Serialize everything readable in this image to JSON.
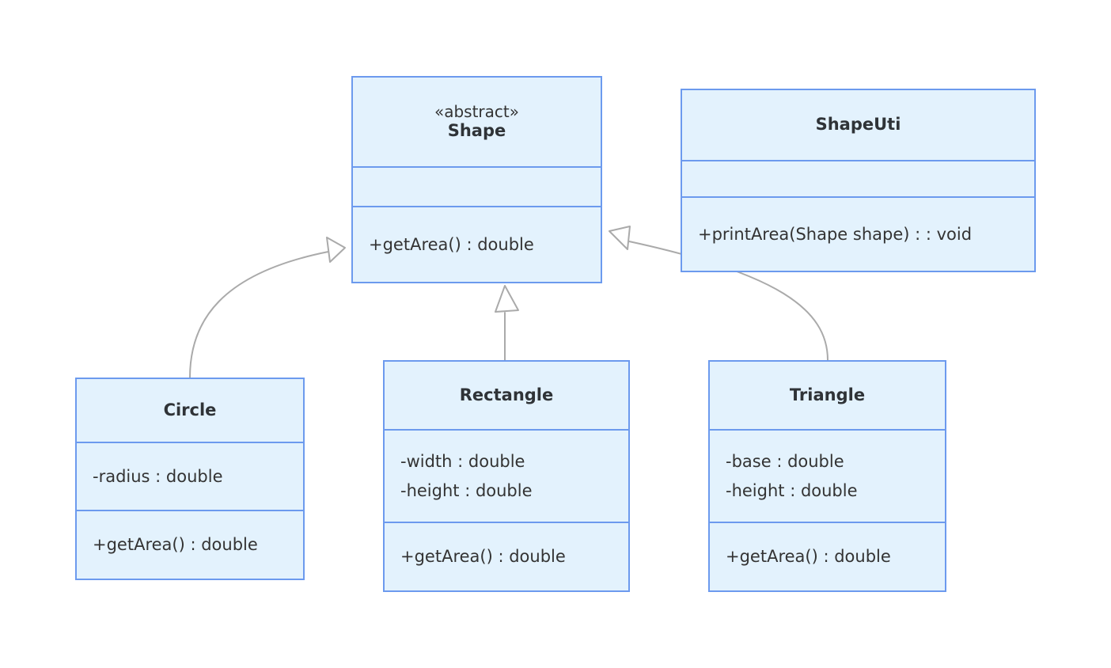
{
  "diagram": {
    "type": "uml-class-diagram",
    "background_color": "#ffffff",
    "box_fill_color": "#e3f2fd",
    "box_border_color": "#6c9aee",
    "text_color": "#333333",
    "edge_color": "#aaaaaa",
    "classes": [
      {
        "id": "shape",
        "name": "Shape",
        "stereotype": "«abstract»",
        "attributes": [],
        "operations": [
          "+getArea() : double"
        ]
      },
      {
        "id": "shapeutil",
        "name": "ShapeUti",
        "stereotype": "",
        "attributes": [],
        "operations": [
          "+printArea(Shape shape) : : void"
        ]
      },
      {
        "id": "circle",
        "name": "Circle",
        "stereotype": "",
        "attributes": [
          "-radius : double"
        ],
        "operations": [
          "+getArea() : double"
        ]
      },
      {
        "id": "rectangle",
        "name": "Rectangle",
        "stereotype": "",
        "attributes": [
          "-width : double",
          "-height : double"
        ],
        "operations": [
          "+getArea() : double"
        ]
      },
      {
        "id": "triangle",
        "name": "Triangle",
        "stereotype": "",
        "attributes": [
          "-base : double",
          "-height : double"
        ],
        "operations": [
          "+getArea() : double"
        ]
      }
    ],
    "relationships": [
      {
        "from": "circle",
        "to": "shape",
        "type": "inheritance",
        "arrow": "hollow-triangle"
      },
      {
        "from": "rectangle",
        "to": "shape",
        "type": "inheritance",
        "arrow": "hollow-triangle"
      },
      {
        "from": "triangle",
        "to": "shape",
        "type": "inheritance",
        "arrow": "hollow-triangle"
      }
    ]
  }
}
